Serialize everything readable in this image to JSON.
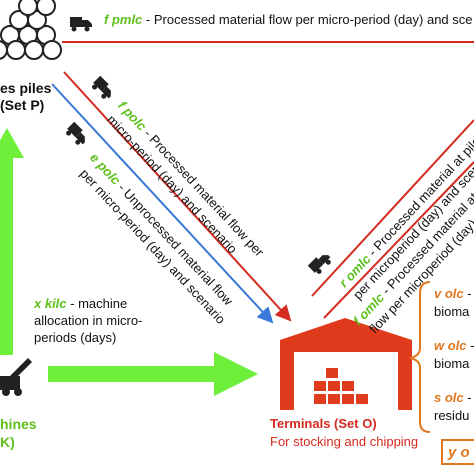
{
  "piles": {
    "title": "es piles",
    "set": "(Set P)"
  },
  "machines": {
    "title": "hines",
    "set": "K)"
  },
  "terminal": {
    "title": "Terminals (Set O)",
    "subtitle": "For stocking and chipping"
  },
  "flows": {
    "top": {
      "symbol": "f pmlc",
      "text": "- Processed material flow per micro-period (day) and sce"
    },
    "f_polc": {
      "symbol": "f polc",
      "text": "- Processed material flow per",
      "line2": "micro-period (day) and scenario"
    },
    "e_polc": {
      "symbol": "e polc",
      "text": "- Unprocessed material flow",
      "line2": "per micro-period (day) and scenario"
    },
    "r_omlc": {
      "symbol": "r omlc",
      "text": "- Processed material at piles flo",
      "line2": "per microperiod (day) and scenario"
    },
    "f_omlc": {
      "symbol": "f omlc",
      "text": "- Processed material at",
      "line2": "flow per microperiod (day) an"
    },
    "x_kilc": {
      "symbol": "x kilc",
      "text": "- machine",
      "line2": "allocation in micro-",
      "line3": "periods (days)"
    }
  },
  "terminal_vars": [
    {
      "symbol": "v olc",
      "dash": "- s",
      "text": "bioma"
    },
    {
      "symbol": "w olc",
      "dash": "- s",
      "text": "bioma"
    },
    {
      "symbol": "s olc",
      "dash": "- s",
      "text": "residu"
    }
  ],
  "corner_var": "y o",
  "colors": {
    "green": "#5dc01c",
    "red": "#d42a20",
    "blue": "#3a78d8",
    "orange": "#e07820"
  },
  "icons": [
    "log-pile-icon",
    "truck-icon",
    "warehouse-icon",
    "machine-icon"
  ]
}
